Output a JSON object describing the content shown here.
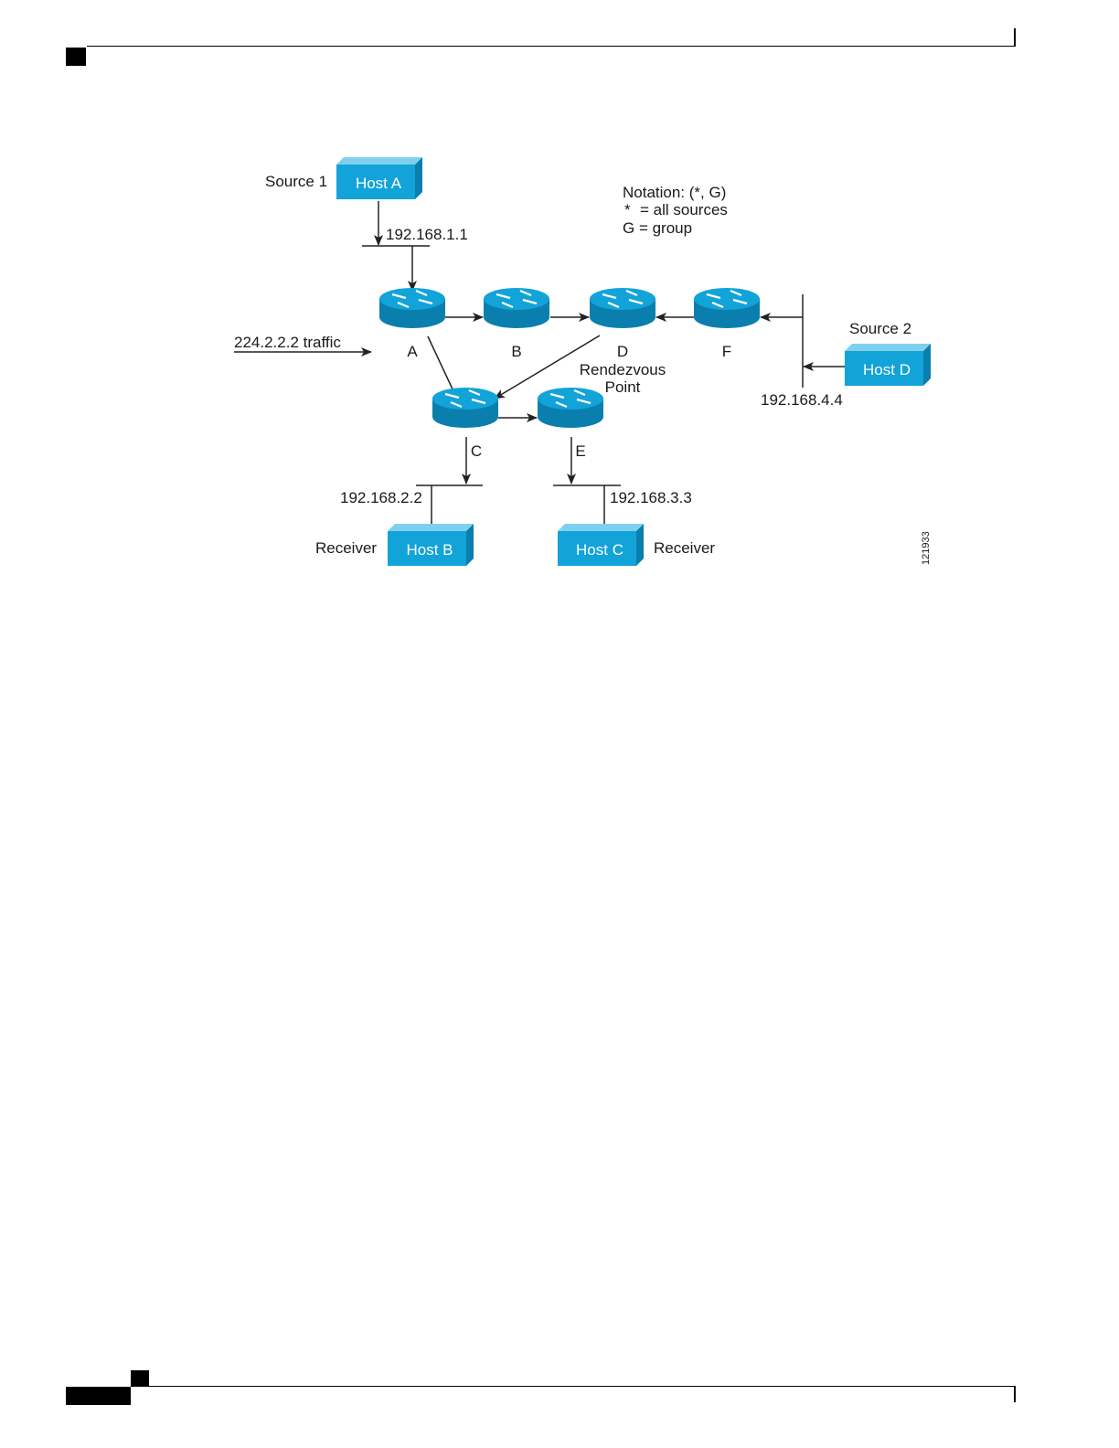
{
  "colors": {
    "device_front": "#12a3d8",
    "device_top": "#7fd0ee",
    "device_side": "#0a7fae",
    "line": "#222222"
  },
  "icons": {
    "router": "router-icon",
    "host": "host-icon"
  },
  "diagram": {
    "hosts": {
      "a": "Host A",
      "b": "Host B",
      "c": "Host C",
      "d": "Host D"
    },
    "roles": {
      "source1": "Source 1",
      "source2": "Source 2",
      "receiver_b": "Receiver",
      "receiver_c": "Receiver"
    },
    "routers": {
      "a": "A",
      "b": "B",
      "c": "C",
      "d": "D",
      "e": "E",
      "f": "F"
    },
    "rp_label": {
      "line1": "Rendezvous",
      "line2": "Point"
    },
    "addresses": {
      "host_a": "192.168.1.1",
      "host_b": "192.168.2.2",
      "host_c": "192.168.3.3",
      "host_d": "192.168.4.4"
    },
    "traffic": "224.2.2.2 traffic",
    "notation": {
      "line1": "Notation: (*, G)",
      "line2_star": "*",
      "line2_text": "=  all sources",
      "line3": "G = group"
    },
    "figure_id": "121933"
  }
}
